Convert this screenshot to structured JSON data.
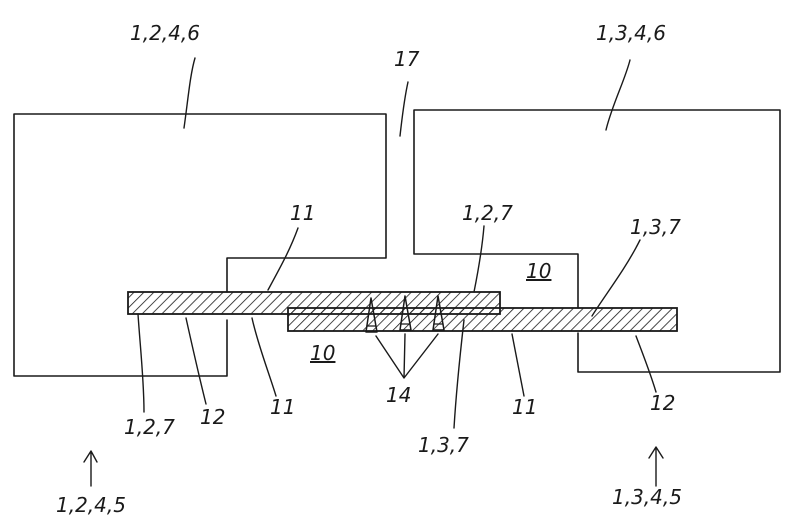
{
  "figure": {
    "labels": {
      "left_panel": "1,2,4,6",
      "right_panel": "1,3,4,6",
      "gap": "17",
      "left_groove_top": "11",
      "left_board_top": "1,2,7",
      "right_board_top": "1,3,7",
      "gap_fill_right": "10",
      "gap_fill_left": "10",
      "pins": "14",
      "left_board_bottom": "1,2,7",
      "left_groove_bottom_a": "12",
      "left_groove_bottom_b": "11",
      "right_board_bottom": "1,3,7",
      "right_groove_bottom_a": "11",
      "right_groove_bottom_b": "12",
      "left_assembly": "1,2,4,5",
      "right_assembly": "1,3,4,5"
    }
  }
}
